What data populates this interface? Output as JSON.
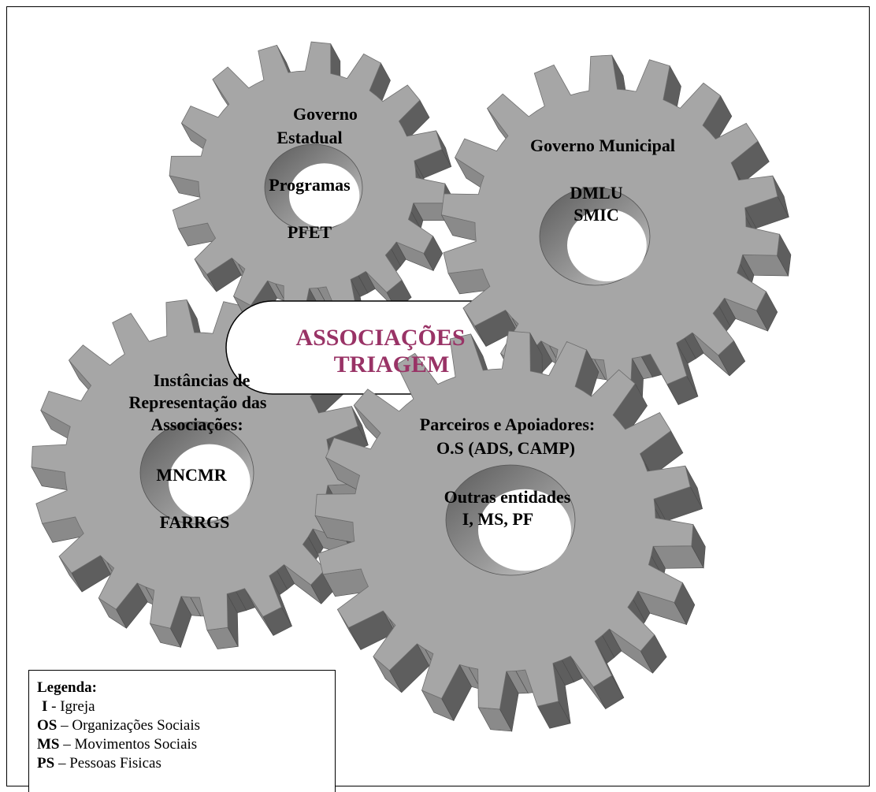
{
  "colors": {
    "gear_face": "#a6a6a6",
    "gear_side_light": "#8a8a8a",
    "gear_side_dark": "#5e5e5e",
    "gear_hole_rim": "#7a7a7a",
    "center_text": "#993366"
  },
  "gears": {
    "estadual": {
      "lines": [
        "Governo",
        "Estadual",
        "Programas",
        "PFET"
      ]
    },
    "municipal": {
      "lines": [
        "Governo Municipal",
        "DMLU",
        "SMIC"
      ]
    },
    "instancias": {
      "lines": [
        "Instâncias de",
        "Representação das",
        "Associações:",
        "MNCMR",
        "FARRGS"
      ]
    },
    "parceiros": {
      "lines": [
        "Parceiros e Apoiadores:",
        "O.S (ADS, CAMP)",
        "Outras entidades",
        "I, MS, PF"
      ]
    }
  },
  "center": {
    "line1": "ASSOCIAÇÕES",
    "line2": "TRIAGEM"
  },
  "legend": {
    "title": "Legenda:",
    "items": [
      {
        "abbr": "I",
        "sep": " - ",
        "desc": "Igreja"
      },
      {
        "abbr": "OS",
        "sep": " – ",
        "desc": "Organizações Sociais"
      },
      {
        "abbr": "MS",
        "sep": " – ",
        "desc": "Movimentos Sociais"
      },
      {
        "abbr": "PS",
        "sep": " – ",
        "desc": "Pessoas Fisicas"
      }
    ]
  }
}
